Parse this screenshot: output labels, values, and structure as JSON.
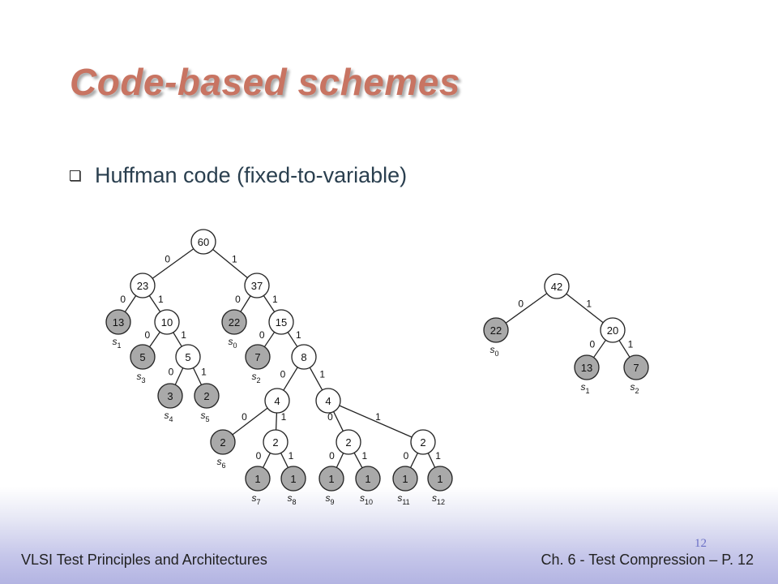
{
  "slide": {
    "title": "Code-based schemes",
    "bullet": "Huffman code (fixed-to-variable)",
    "footer_left": "VLSI Test Principles and Architectures",
    "footer_right": "Ch. 6 - Test Compression – P. 12",
    "slide_number": "12"
  },
  "diagram": {
    "trees": [
      {
        "nodes": [
          {
            "id": "n60",
            "value": "60",
            "leaf": false
          },
          {
            "id": "n23",
            "value": "23",
            "leaf": false
          },
          {
            "id": "n37",
            "value": "37",
            "leaf": false
          },
          {
            "id": "n13",
            "value": "13",
            "leaf": true,
            "symbol": "s",
            "sub": "1"
          },
          {
            "id": "n10",
            "value": "10",
            "leaf": false
          },
          {
            "id": "n22",
            "value": "22",
            "leaf": true,
            "symbol": "s",
            "sub": "0"
          },
          {
            "id": "n15",
            "value": "15",
            "leaf": false
          },
          {
            "id": "n5a",
            "value": "5",
            "leaf": true,
            "symbol": "s",
            "sub": "3"
          },
          {
            "id": "n5b",
            "value": "5",
            "leaf": false
          },
          {
            "id": "n3",
            "value": "3",
            "leaf": true,
            "symbol": "s",
            "sub": "4"
          },
          {
            "id": "n2a",
            "value": "2",
            "leaf": true,
            "symbol": "s",
            "sub": "5"
          },
          {
            "id": "n7",
            "value": "7",
            "leaf": true,
            "symbol": "s",
            "sub": "2"
          },
          {
            "id": "n8",
            "value": "8",
            "leaf": false
          },
          {
            "id": "n4a",
            "value": "4",
            "leaf": false
          },
          {
            "id": "n4b",
            "value": "4",
            "leaf": false
          },
          {
            "id": "n2s6",
            "value": "2",
            "leaf": true,
            "symbol": "s",
            "sub": "6"
          },
          {
            "id": "n2b",
            "value": "2",
            "leaf": false
          },
          {
            "id": "n2c",
            "value": "2",
            "leaf": false
          },
          {
            "id": "n2d",
            "value": "2",
            "leaf": false
          },
          {
            "id": "n1a",
            "value": "1",
            "leaf": true,
            "symbol": "s",
            "sub": "7"
          },
          {
            "id": "n1b",
            "value": "1",
            "leaf": true,
            "symbol": "s",
            "sub": "8"
          },
          {
            "id": "n1c",
            "value": "1",
            "leaf": true,
            "symbol": "s",
            "sub": "9"
          },
          {
            "id": "n1d",
            "value": "1",
            "leaf": true,
            "symbol": "s",
            "sub": "10"
          },
          {
            "id": "n1e",
            "value": "1",
            "leaf": true,
            "symbol": "s",
            "sub": "11"
          },
          {
            "id": "n1f",
            "value": "1",
            "leaf": true,
            "symbol": "s",
            "sub": "12"
          }
        ],
        "edges": [
          {
            "from": "n60",
            "to": "n23",
            "bit": "0"
          },
          {
            "from": "n60",
            "to": "n37",
            "bit": "1"
          },
          {
            "from": "n23",
            "to": "n13",
            "bit": "0"
          },
          {
            "from": "n23",
            "to": "n10",
            "bit": "1"
          },
          {
            "from": "n37",
            "to": "n22",
            "bit": "0"
          },
          {
            "from": "n37",
            "to": "n15",
            "bit": "1"
          },
          {
            "from": "n10",
            "to": "n5a",
            "bit": "0"
          },
          {
            "from": "n10",
            "to": "n5b",
            "bit": "1"
          },
          {
            "from": "n5b",
            "to": "n3",
            "bit": "0"
          },
          {
            "from": "n5b",
            "to": "n2a",
            "bit": "1"
          },
          {
            "from": "n15",
            "to": "n7",
            "bit": "0"
          },
          {
            "from": "n15",
            "to": "n8",
            "bit": "1"
          },
          {
            "from": "n8",
            "to": "n4a",
            "bit": "0"
          },
          {
            "from": "n8",
            "to": "n4b",
            "bit": "1"
          },
          {
            "from": "n4a",
            "to": "n2s6",
            "bit": "0"
          },
          {
            "from": "n4a",
            "to": "n2b",
            "bit": "1"
          },
          {
            "from": "n4b",
            "to": "n2c",
            "bit": "0"
          },
          {
            "from": "n4b",
            "to": "n2d",
            "bit": "1"
          },
          {
            "from": "n2b",
            "to": "n1a",
            "bit": "0"
          },
          {
            "from": "n2b",
            "to": "n1b",
            "bit": "1"
          },
          {
            "from": "n2c",
            "to": "n1c",
            "bit": "0"
          },
          {
            "from": "n2c",
            "to": "n1d",
            "bit": "1"
          },
          {
            "from": "n2d",
            "to": "n1e",
            "bit": "0"
          },
          {
            "from": "n2d",
            "to": "n1f",
            "bit": "1"
          }
        ]
      },
      {
        "nodes": [
          {
            "id": "m42",
            "value": "42",
            "leaf": false
          },
          {
            "id": "m22",
            "value": "22",
            "leaf": true,
            "symbol": "s",
            "sub": "0"
          },
          {
            "id": "m20",
            "value": "20",
            "leaf": false
          },
          {
            "id": "m13",
            "value": "13",
            "leaf": true,
            "symbol": "s",
            "sub": "1"
          },
          {
            "id": "m7",
            "value": "7",
            "leaf": true,
            "symbol": "s",
            "sub": "2"
          }
        ],
        "edges": [
          {
            "from": "m42",
            "to": "m22",
            "bit": "0"
          },
          {
            "from": "m42",
            "to": "m20",
            "bit": "1"
          },
          {
            "from": "m20",
            "to": "m13",
            "bit": "0"
          },
          {
            "from": "m20",
            "to": "m7",
            "bit": "1"
          }
        ]
      }
    ],
    "colors": {
      "leaf_fill": "#a9a9a9",
      "internal_fill": "#ffffff",
      "stroke": "#222222",
      "title": "#c87462",
      "text": "#2a3f4f"
    }
  }
}
